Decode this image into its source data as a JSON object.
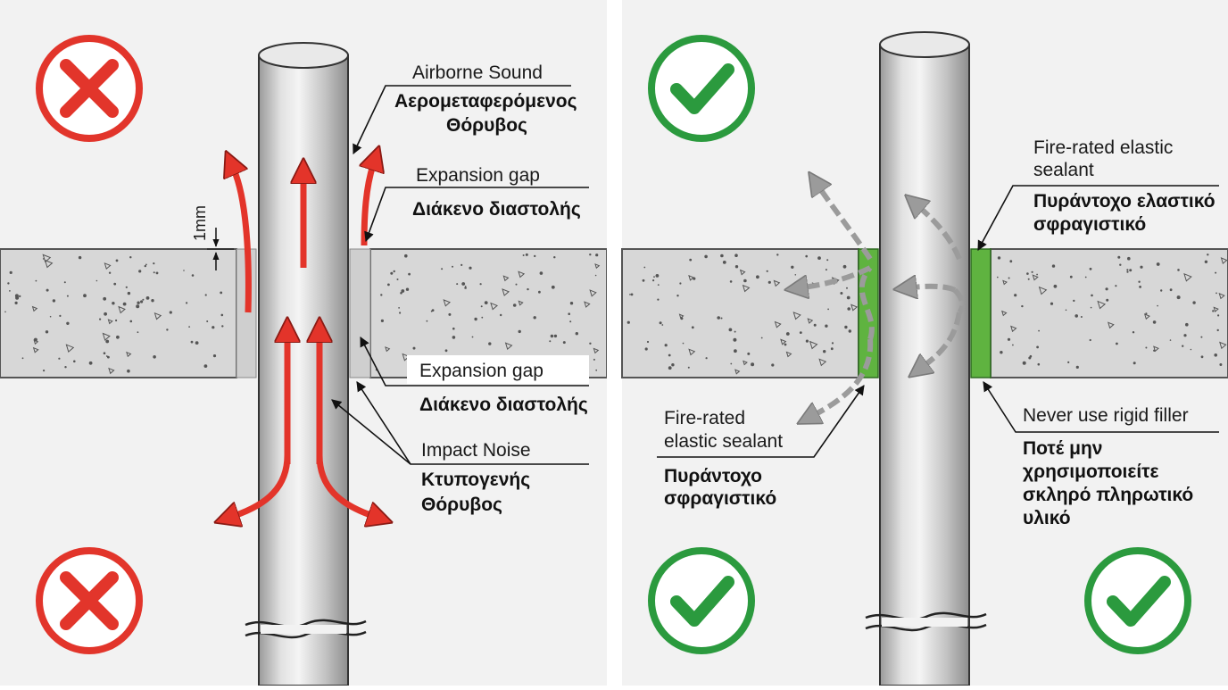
{
  "colors": {
    "bad": "#e2352b",
    "good": "#2b9a3e",
    "sealant": "#5fb340",
    "concrete": "#d6d6d6",
    "pipe": "#c4c4c4",
    "sound_arrow": "#e3342a",
    "blocked_arrow": "#9b9b9b"
  },
  "left_panel": {
    "status_top_icon": "cross-icon",
    "status_bottom_icon": "cross-icon",
    "dimension": "1mm",
    "labels": {
      "airborne_en": "Airborne Sound",
      "airborne_gr_1": "Αερομεταφερόμενος",
      "airborne_gr_2": "Θόρυβος",
      "gap_top_en": "Expansion gap",
      "gap_top_gr": "Διάκενο διαστολής",
      "gap_bottom_en": "Expansion gap",
      "gap_bottom_gr": "Διάκενο διαστολής",
      "impact_en": "Impact Noise",
      "impact_gr_1": "Κτυπογενής",
      "impact_gr_2": "Θόρυβος"
    }
  },
  "right_panel": {
    "status_top_icon": "check-icon",
    "status_bottom_left_icon": "check-icon",
    "status_bottom_right_icon": "check-icon",
    "labels": {
      "sealant_top_en_1": "Fire-rated elastic",
      "sealant_top_en_2": "sealant",
      "sealant_top_gr_1": "Πυράντοχο ελαστικό",
      "sealant_top_gr_2": "σφραγιστικό",
      "sealant_left_en_1": "Fire-rated",
      "sealant_left_en_2": "elastic sealant",
      "sealant_left_gr_1": "Πυράντοχο",
      "sealant_left_gr_2": "σφραγιστικό",
      "rigid_en": "Never use rigid filler",
      "rigid_gr_1": "Ποτέ μην",
      "rigid_gr_2": "χρησιμοποιείτε",
      "rigid_gr_3": "σκληρό πληρωτικό",
      "rigid_gr_4": "υλικό"
    }
  }
}
